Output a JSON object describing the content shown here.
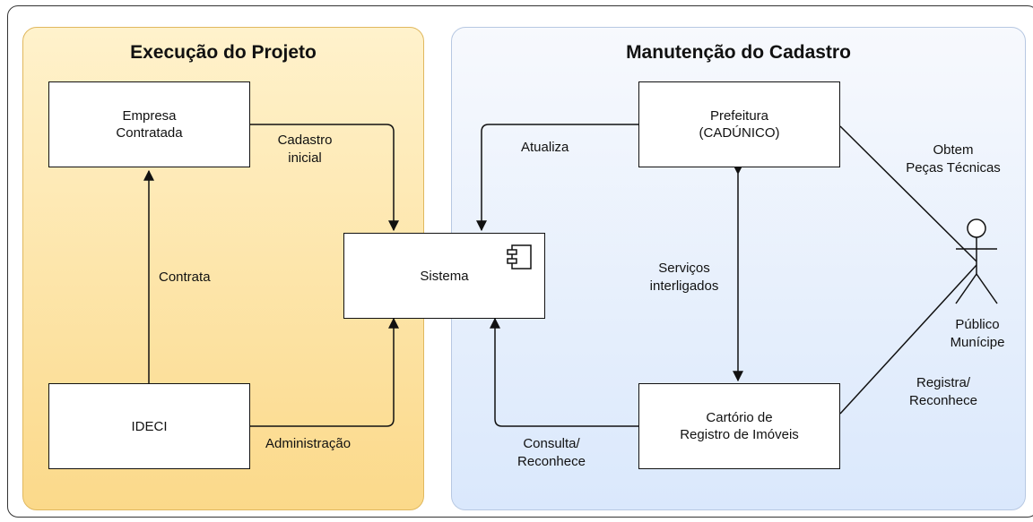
{
  "regions": {
    "left_title": "Execução do Projeto",
    "right_title": "Manutenção do Cadastro"
  },
  "nodes": {
    "empresa": [
      "Empresa",
      "Contratada"
    ],
    "ideci": "IDECI",
    "sistema": "Sistema",
    "prefeitura": [
      "Prefeitura",
      "(CADÚNICO)"
    ],
    "cartorio": [
      "Cartório de",
      "Registro de Imóveis"
    ],
    "actor": [
      "Público",
      "Munícipe"
    ]
  },
  "edges": {
    "contrata": "Contrata",
    "cadastro_inicial": [
      "Cadastro",
      "inicial"
    ],
    "administracao": "Administração",
    "atualiza": "Atualiza",
    "servicos": [
      "Serviços",
      "interligados"
    ],
    "consulta": [
      "Consulta/",
      "Reconhece"
    ],
    "obtem": [
      "Obtem",
      "Peças Técnicas"
    ],
    "registra": [
      "Registra/",
      "Reconhece"
    ]
  }
}
